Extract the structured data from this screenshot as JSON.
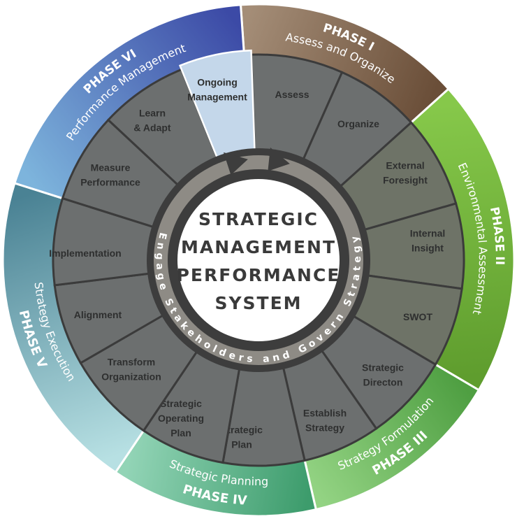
{
  "center": {
    "lines": [
      "STRATEGIC",
      "MANAGEMENT",
      "PERFORMANCE",
      "SYSTEM"
    ]
  },
  "ring_text": "Engage Stakeholders and Govern Strategy",
  "phases": [
    {
      "id": "phase-1",
      "title": "PHASE I",
      "subtitle": "Assess and Organize",
      "color_a": "#a48d77",
      "color_b": "#6a4e38"
    },
    {
      "id": "phase-2",
      "title": "PHASE II",
      "subtitle": "Environmental Assessment",
      "color_a": "#86c84a",
      "color_b": "#5f9d2e"
    },
    {
      "id": "phase-3",
      "title": "PHASE III",
      "subtitle": "Strategy Formulation",
      "color_a": "#4f9f42",
      "color_b": "#93d383"
    },
    {
      "id": "phase-4",
      "title": "PHASE IV",
      "subtitle": "Strategic Planning",
      "color_a": "#3d9c6c",
      "color_b": "#92d4b6"
    },
    {
      "id": "phase-5",
      "title": "PHASE V",
      "subtitle": "Strategy Execution",
      "color_a": "#b7e0e3",
      "color_b": "#4a8294"
    },
    {
      "id": "phase-6",
      "title": "PHASE VI",
      "subtitle": "Performance Management",
      "color_a": "#7db4dc",
      "color_b": "#3c4aa6"
    }
  ],
  "segments": [
    {
      "lines": [
        "Assess"
      ]
    },
    {
      "lines": [
        "Organize"
      ]
    },
    {
      "lines": [
        "External",
        "Foresight"
      ]
    },
    {
      "lines": [
        "Internal",
        "Insight"
      ]
    },
    {
      "lines": [
        "SWOT"
      ]
    },
    {
      "lines": [
        "Strategic",
        "Directon"
      ]
    },
    {
      "lines": [
        "Establish",
        "Strategy"
      ]
    },
    {
      "lines": [
        "Strategic",
        "Plan"
      ]
    },
    {
      "lines": [
        "Strategic",
        "Operating",
        "Plan"
      ]
    },
    {
      "lines": [
        "Transform",
        "Organization"
      ]
    },
    {
      "lines": [
        "Alignment"
      ]
    },
    {
      "lines": [
        "Implementation"
      ]
    },
    {
      "lines": [
        "Measure",
        "Performance"
      ]
    },
    {
      "lines": [
        "Learn",
        "& Adapt"
      ]
    },
    {
      "lines": [
        "Ongoing",
        "Management"
      ],
      "highlight_color": "#c4d7ea"
    }
  ],
  "colors": {
    "segment_gray": "#6c6f6f",
    "segment_green_gray": "#6e7367",
    "divider": "#3b3b3b",
    "ring": "#8e8b85",
    "ring_border": "#3d3d3d"
  }
}
